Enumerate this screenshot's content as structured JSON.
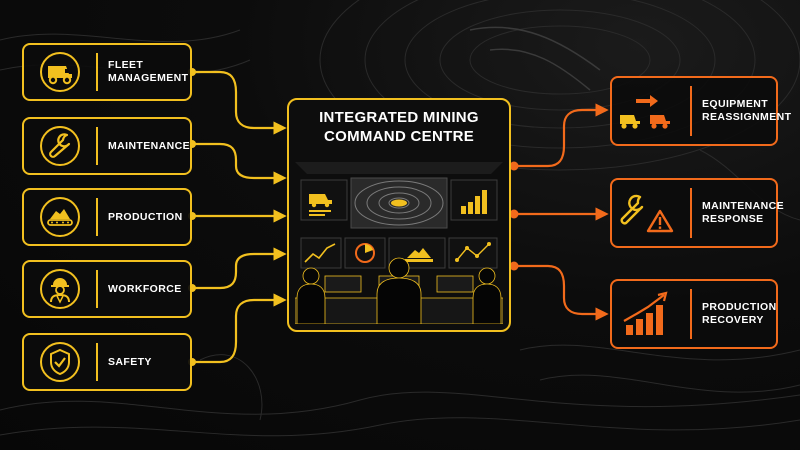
{
  "hub": {
    "title": "INTEGRATED MINING\nCOMMAND CENTRE",
    "icon": "control-room-icon"
  },
  "inputs": [
    {
      "label": "FLEET\nMANAGEMENT",
      "icon": "haul-truck-icon"
    },
    {
      "label": "MAINTENANCE",
      "icon": "wrench-icon"
    },
    {
      "label": "PRODUCTION",
      "icon": "conveyor-ore-icon"
    },
    {
      "label": "WORKFORCE",
      "icon": "hard-hat-worker-icon"
    },
    {
      "label": "SAFETY",
      "icon": "shield-check-icon"
    }
  ],
  "outputs": [
    {
      "label": "EQUIPMENT\nREASSIGNMENT",
      "icon": "truck-transfer-icon"
    },
    {
      "label": "MAINTENANCE\nRESPONSE",
      "icon": "wrench-warning-icon"
    },
    {
      "label": "PRODUCTION\nRECOVERY",
      "icon": "rising-bars-icon"
    }
  ],
  "colors": {
    "input_accent": "#f2c01f",
    "output_accent": "#f26a1b",
    "background": "#0a0a0a",
    "text": "#ffffff"
  }
}
